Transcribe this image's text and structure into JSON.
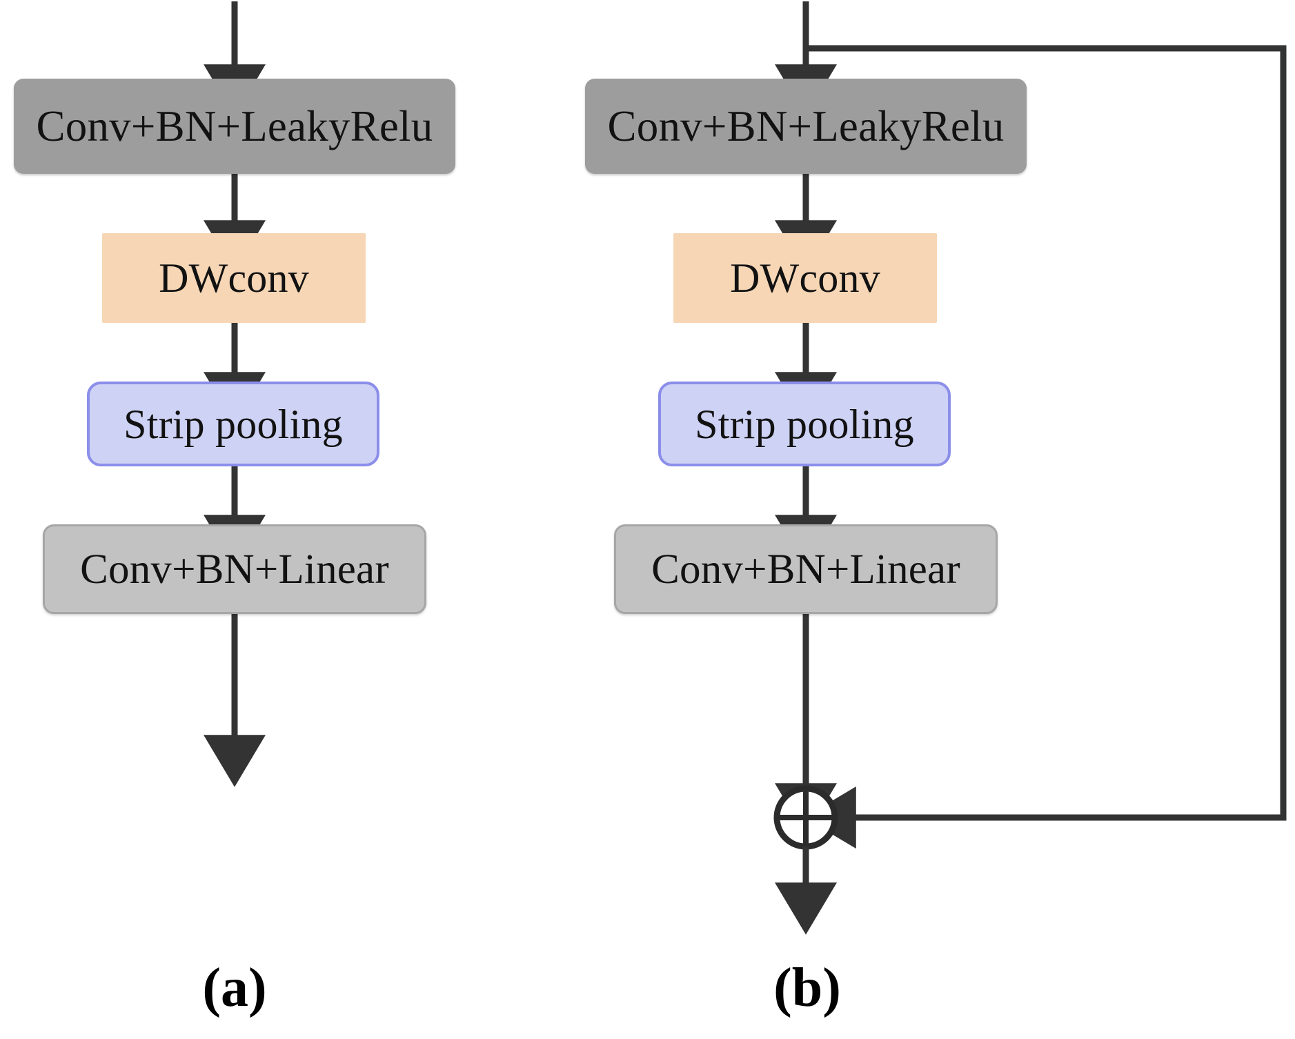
{
  "figure": {
    "type": "diagram",
    "description": "Two neural network block architecture flowcharts",
    "background_color": "#ffffff",
    "arrow_color": "#333333"
  },
  "panels": [
    {
      "id": "a",
      "caption": "(a)",
      "has_residual_connection": false,
      "nodes": [
        {
          "key": "conv_bn_leaky",
          "label": "Conv+BN+LeakyRelu",
          "fill": "#9d9d9d",
          "border": "none",
          "shape": "rounded-rect"
        },
        {
          "key": "dwconv",
          "label": "DWconv",
          "fill": "#f6d6b5",
          "border": "none",
          "shape": "rect"
        },
        {
          "key": "strip_pooling",
          "label": "Strip pooling",
          "fill": "#ced2f4",
          "border": "#8b8ee9",
          "shape": "rounded-rect"
        },
        {
          "key": "conv_bn_linear",
          "label": "Conv+BN+Linear",
          "fill": "#c2c2c2",
          "border": "#a6a6a6",
          "shape": "rounded-rect"
        }
      ]
    },
    {
      "id": "b",
      "caption": "(b)",
      "has_residual_connection": true,
      "sum_symbol": "circled-plus",
      "nodes": [
        {
          "key": "conv_bn_leaky",
          "label": "Conv+BN+LeakyRelu",
          "fill": "#9d9d9d",
          "border": "none",
          "shape": "rounded-rect"
        },
        {
          "key": "dwconv",
          "label": "DWconv",
          "fill": "#f6d6b5",
          "border": "none",
          "shape": "rect"
        },
        {
          "key": "strip_pooling",
          "label": "Strip pooling",
          "fill": "#ced2f4",
          "border": "#8b8ee9",
          "shape": "rounded-rect"
        },
        {
          "key": "conv_bn_linear",
          "label": "Conv+BN+Linear",
          "fill": "#c2c2c2",
          "border": "#a6a6a6",
          "shape": "rounded-rect"
        }
      ]
    }
  ]
}
